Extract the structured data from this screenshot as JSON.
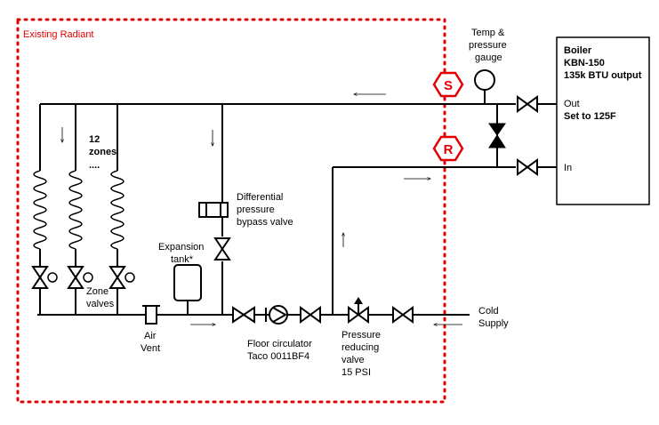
{
  "region": {
    "label": "Existing Radiant",
    "color": "#e00000"
  },
  "boiler": {
    "title": "Boiler",
    "model": "KBN-150",
    "output": "135k BTU output",
    "out_label": "Out",
    "setpoint": "Set to 125F",
    "in_label": "In"
  },
  "gauge": {
    "line1": "Temp &",
    "line2": "pressure",
    "line3": "gauge"
  },
  "badges": {
    "supply": "S",
    "return": "R",
    "color": "#e00000"
  },
  "zones": {
    "count_line1": "12",
    "count_line2": "zones",
    "ellipsis": "....",
    "valves_line1": "Zone",
    "valves_line2": "valves"
  },
  "bypass": {
    "line1": "Differential",
    "line2": "pressure",
    "line3": "bypass valve"
  },
  "expansion": {
    "line1": "Expansion",
    "line2": "tank*"
  },
  "air_vent": {
    "line1": "Air",
    "line2": "Vent"
  },
  "circulator": {
    "line1": "Floor circulator",
    "line2": "Taco 0011BF4"
  },
  "prv": {
    "line1": "Pressure",
    "line2": "reducing",
    "line3": "valve",
    "line4": "15 PSI"
  },
  "cold_supply": {
    "line1": "Cold",
    "line2": "Supply"
  }
}
